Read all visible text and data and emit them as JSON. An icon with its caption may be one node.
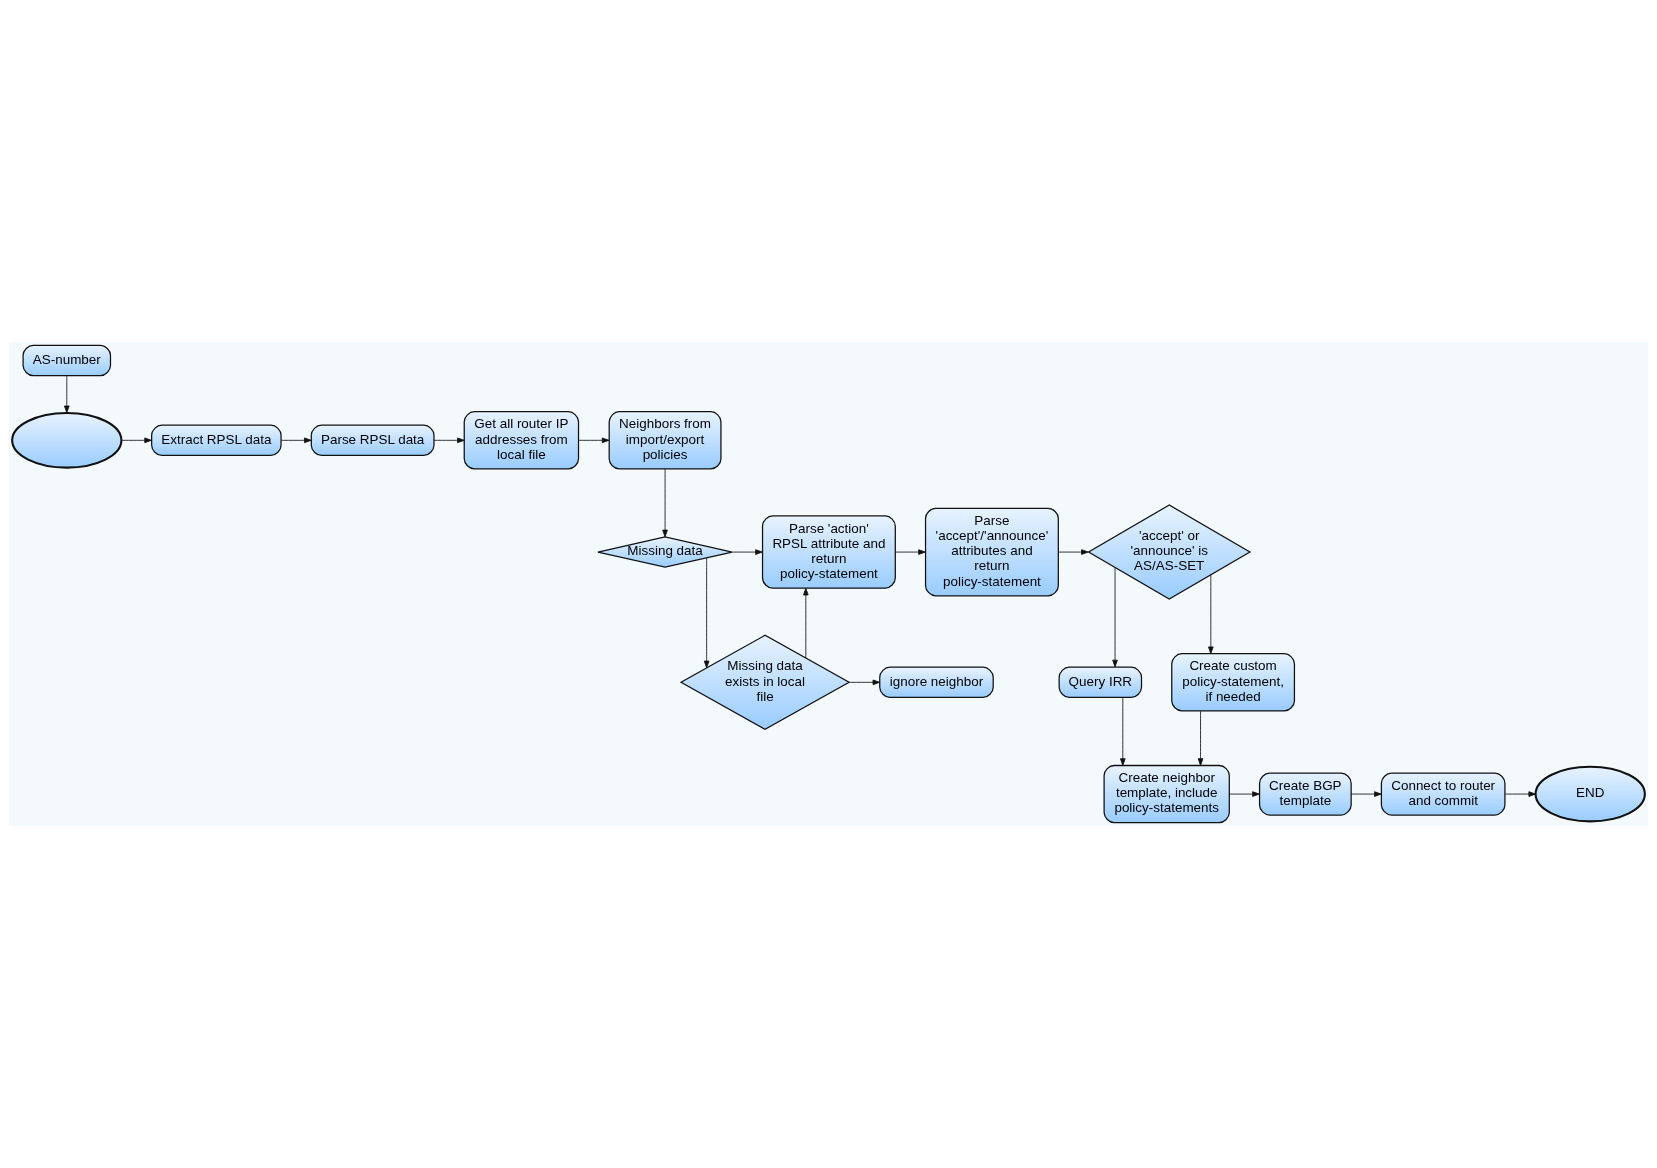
{
  "diagram": {
    "nodes": [
      {
        "text": [
          "AS-number"
        ]
      },
      {
        "text": [],
        "shape": "ellipse"
      },
      {
        "text": [
          "Extract RPSL data"
        ]
      },
      {
        "text": [
          "Parse RPSL data"
        ]
      },
      {
        "text": [
          "Get all router IP addresses from local file"
        ]
      },
      {
        "text": [
          "Neighbors from import/export policies"
        ]
      },
      {
        "text": [
          "Missing data"
        ]
      },
      {
        "text": [
          "Parse 'action' RPSL attribute and return policy-statement"
        ]
      },
      {
        "text": [
          "Parse 'accept'/'announce' attributes and return policy-statement"
        ]
      },
      {
        "text": [
          "'accept' or 'announce' is AS/AS-SET"
        ]
      },
      {
        "text": [
          "Missing data exists in local file"
        ]
      },
      {
        "text": [
          "ignore neighbor"
        ]
      },
      {
        "text": [
          "Query IRR"
        ]
      },
      {
        "text": [
          "Create custom policy-statement, if needed"
        ]
      },
      {
        "text": [
          "Create neighbor template, include policy-statements"
        ]
      },
      {
        "text": [
          "Create BGP template"
        ]
      },
      {
        "text": [
          "Connect to router and commit"
        ]
      },
      {
        "text": [
          "END"
        ]
      }
    ],
    "edges": [
      {
        "from": 0,
        "to": 1,
        "arrow": "to"
      },
      {
        "from": 1,
        "to": 2,
        "arrow": "to"
      },
      {
        "from": 2,
        "to": 3,
        "arrow": "to"
      },
      {
        "from": 3,
        "to": 4,
        "arrow": "to"
      },
      {
        "from": 4,
        "to": 5,
        "arrow": "to"
      },
      {
        "from": 5,
        "to": 6,
        "arrow": "to"
      },
      {
        "from": 6,
        "to": 7,
        "arrow": "to"
      },
      {
        "from": 7,
        "to": 8,
        "arrow": "to"
      },
      {
        "from": 8,
        "to": 9,
        "arrow": "to"
      },
      {
        "from": 6,
        "to": 10,
        "arrow": "to"
      },
      {
        "from": 10,
        "to": 7,
        "arrow": "to"
      },
      {
        "from": 10,
        "to": 11,
        "arrow": "to"
      },
      {
        "from": 9,
        "to": 12,
        "arrow": "to"
      },
      {
        "from": 9,
        "to": 13,
        "arrow": "to"
      },
      {
        "from": 12,
        "to": 14,
        "arrow": "to"
      },
      {
        "from": 13,
        "to": 14,
        "arrow": "to"
      },
      {
        "from": 14,
        "to": 15,
        "arrow": "to"
      },
      {
        "from": 15,
        "to": 16,
        "arrow": "to"
      },
      {
        "from": 16,
        "to": 17,
        "arrow": "to"
      }
    ]
  }
}
